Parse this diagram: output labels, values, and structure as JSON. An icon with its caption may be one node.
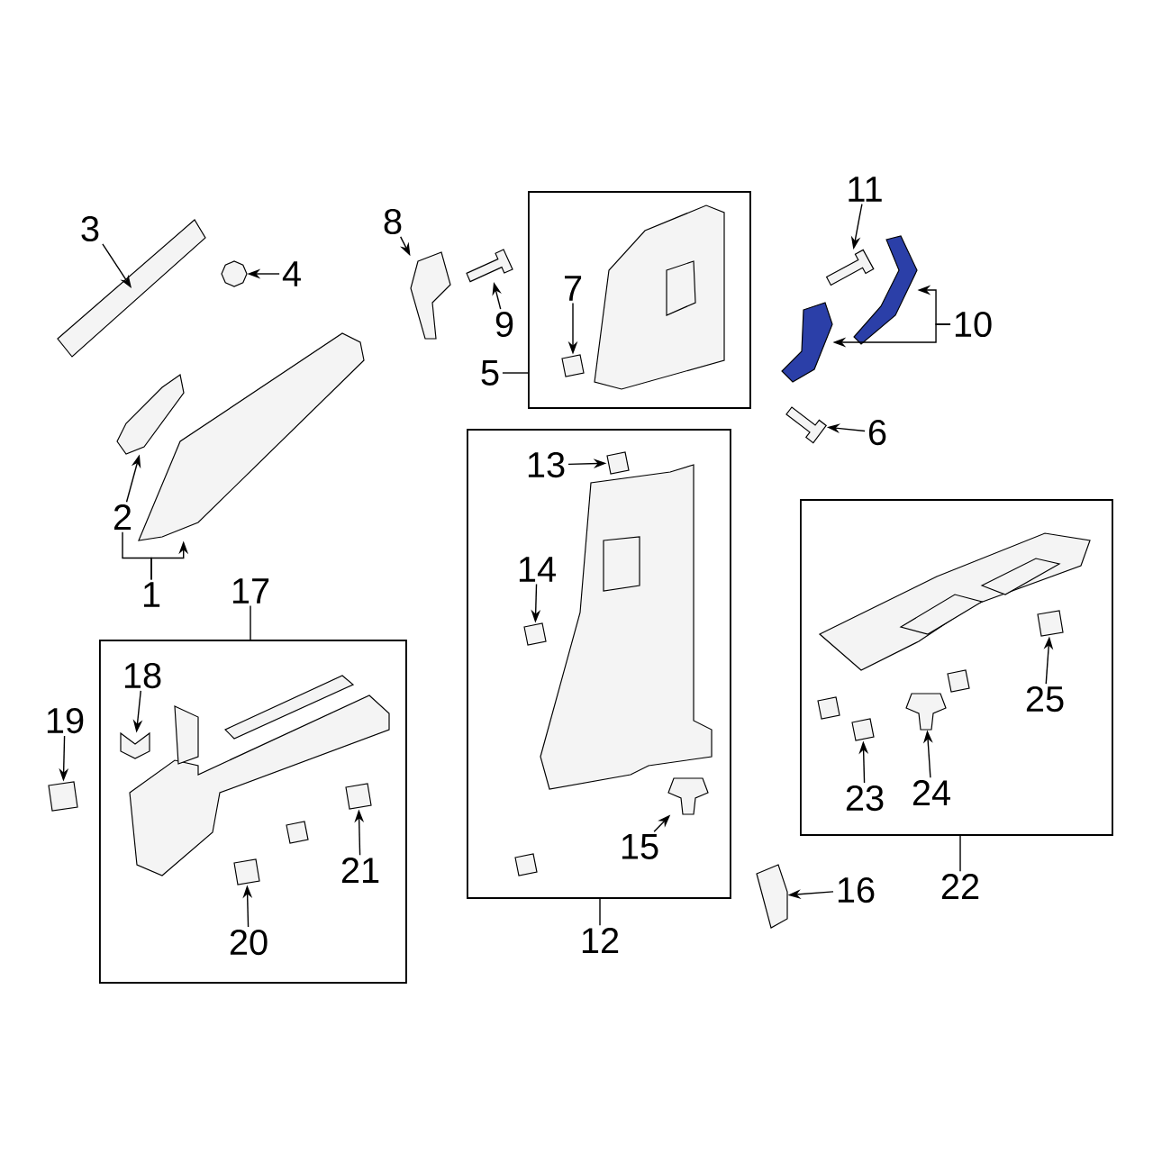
{
  "diagram": {
    "nodes": [
      {
        "text": [
          "3"
        ]
      },
      {
        "text": [],
        "shape": "picture"
      },
      {
        "text": [
          "4"
        ]
      },
      {
        "text": [],
        "shape": "picture"
      },
      {
        "text": [
          "8"
        ]
      },
      {
        "text": [],
        "shape": "picture"
      },
      {
        "text": [],
        "shape": "picture"
      },
      {
        "text": [
          "9"
        ]
      },
      {
        "text": [],
        "shape": "box"
      },
      {
        "text": [
          "7"
        ],
        "in": 8
      },
      {
        "text": [],
        "shape": "picture",
        "in": 8
      },
      {
        "text": [
          "5"
        ]
      },
      {
        "text": [
          "11"
        ]
      },
      {
        "text": [],
        "shape": "picture"
      },
      {
        "text": [],
        "shape": "picture"
      },
      {
        "text": [],
        "shape": "picture"
      },
      {
        "text": [
          "10"
        ]
      },
      {
        "text": [],
        "shape": "picture"
      },
      {
        "text": [
          "6"
        ]
      },
      {
        "text": [],
        "shape": "picture"
      },
      {
        "text": [
          "2"
        ]
      },
      {
        "text": [],
        "shape": "picture"
      },
      {
        "text": [
          "1"
        ]
      },
      {
        "text": [],
        "shape": "box"
      },
      {
        "text": [
          "13"
        ],
        "in": 23
      },
      {
        "text": [],
        "shape": "picture",
        "in": 23
      },
      {
        "text": [
          "14"
        ],
        "in": 23
      },
      {
        "text": [],
        "shape": "picture",
        "in": 23
      },
      {
        "text": [],
        "shape": "picture",
        "in": 23
      },
      {
        "text": [
          "15"
        ],
        "in": 23
      },
      {
        "text": [
          "12"
        ]
      },
      {
        "text": [],
        "shape": "picture"
      },
      {
        "text": [
          "16"
        ]
      },
      {
        "text": [
          "17"
        ]
      },
      {
        "text": [],
        "shape": "box"
      },
      {
        "text": [
          "18"
        ],
        "in": 34
      },
      {
        "text": [],
        "shape": "picture",
        "in": 34
      },
      {
        "text": [
          "19"
        ]
      },
      {
        "text": [],
        "shape": "picture"
      },
      {
        "text": [],
        "shape": "picture",
        "in": 34
      },
      {
        "text": [
          "20"
        ],
        "in": 34
      },
      {
        "text": [],
        "shape": "picture",
        "in": 34
      },
      {
        "text": [
          "21"
        ],
        "in": 34
      },
      {
        "text": [],
        "shape": "box"
      },
      {
        "text": [
          "25"
        ],
        "in": 43
      },
      {
        "text": [],
        "shape": "picture",
        "in": 43
      },
      {
        "text": [],
        "shape": "picture",
        "in": 43
      },
      {
        "text": [
          "23"
        ],
        "in": 43
      },
      {
        "text": [],
        "shape": "picture",
        "in": 43
      },
      {
        "text": [
          "24"
        ],
        "in": 43
      },
      {
        "text": [
          "22"
        ]
      }
    ],
    "edges": [
      {
        "from": 0,
        "to": 1,
        "arrow": "to"
      },
      {
        "from": 2,
        "to": 3,
        "arrow": "to"
      },
      {
        "from": 4,
        "to": 5,
        "arrow": "to"
      },
      {
        "from": 7,
        "to": 6,
        "arrow": "to"
      },
      {
        "from": 9,
        "to": 10,
        "arrow": "to"
      },
      {
        "from": 11,
        "to": 8,
        "arrow": "none"
      },
      {
        "from": 12,
        "to": 13,
        "arrow": "to"
      },
      {
        "from": 16,
        "to": 14,
        "arrow": "to"
      },
      {
        "from": 16,
        "to": 15,
        "arrow": "to"
      },
      {
        "from": 18,
        "to": 17,
        "arrow": "to"
      },
      {
        "from": 20,
        "to": 19,
        "arrow": "to"
      },
      {
        "from": 22,
        "to": 20,
        "arrow": "none"
      },
      {
        "from": 22,
        "to": 21,
        "arrow": "to"
      },
      {
        "from": 24,
        "to": 25,
        "arrow": "to"
      },
      {
        "from": 26,
        "to": 27,
        "arrow": "to"
      },
      {
        "from": 29,
        "to": 28,
        "arrow": "to"
      },
      {
        "from": 30,
        "to": 23,
        "arrow": "none"
      },
      {
        "from": 32,
        "to": 31,
        "arrow": "to"
      },
      {
        "from": 33,
        "to": 34,
        "arrow": "none"
      },
      {
        "from": 35,
        "to": 36,
        "arrow": "to"
      },
      {
        "from": 37,
        "to": 38,
        "arrow": "to"
      },
      {
        "from": 40,
        "to": 39,
        "arrow": "to"
      },
      {
        "from": 42,
        "to": 41,
        "arrow": "to"
      },
      {
        "from": 44,
        "to": 45,
        "arrow": "to"
      },
      {
        "from": 47,
        "to": 46,
        "arrow": "to"
      },
      {
        "from": 49,
        "to": 48,
        "arrow": "to"
      },
      {
        "from": 50,
        "to": 43,
        "arrow": "none"
      }
    ]
  }
}
